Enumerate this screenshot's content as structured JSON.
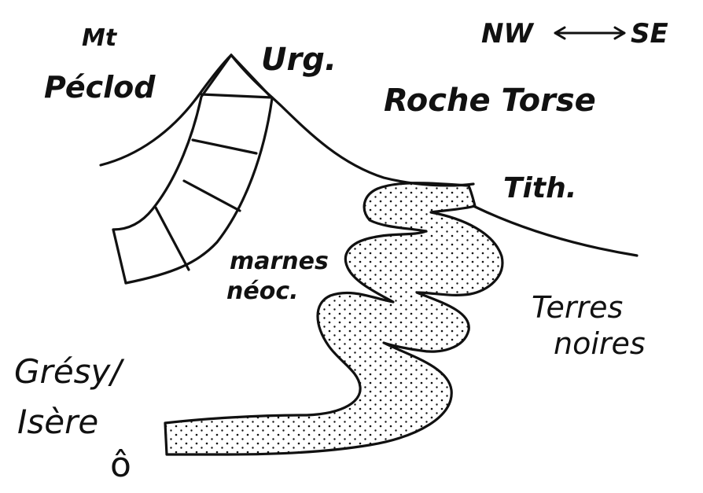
{
  "orientation": {
    "left": "NW",
    "right": "SE",
    "arrow": "double-arrow-icon"
  },
  "labels": {
    "peak_line1": "Mt",
    "peak_line2": "Péclod",
    "urgonian": "Urg.",
    "place": "Roche Torse",
    "tithonian": "Tith.",
    "marls_line1": "marnes",
    "marls_line2": "néoc.",
    "black_lands_line1": "Terres",
    "black_lands_line2": "noires",
    "town_line1": "Grésy/",
    "town_line2": "Isère",
    "town_symbol": "ô"
  },
  "colors": {
    "ink": "#111111",
    "paper": "#ffffff"
  }
}
